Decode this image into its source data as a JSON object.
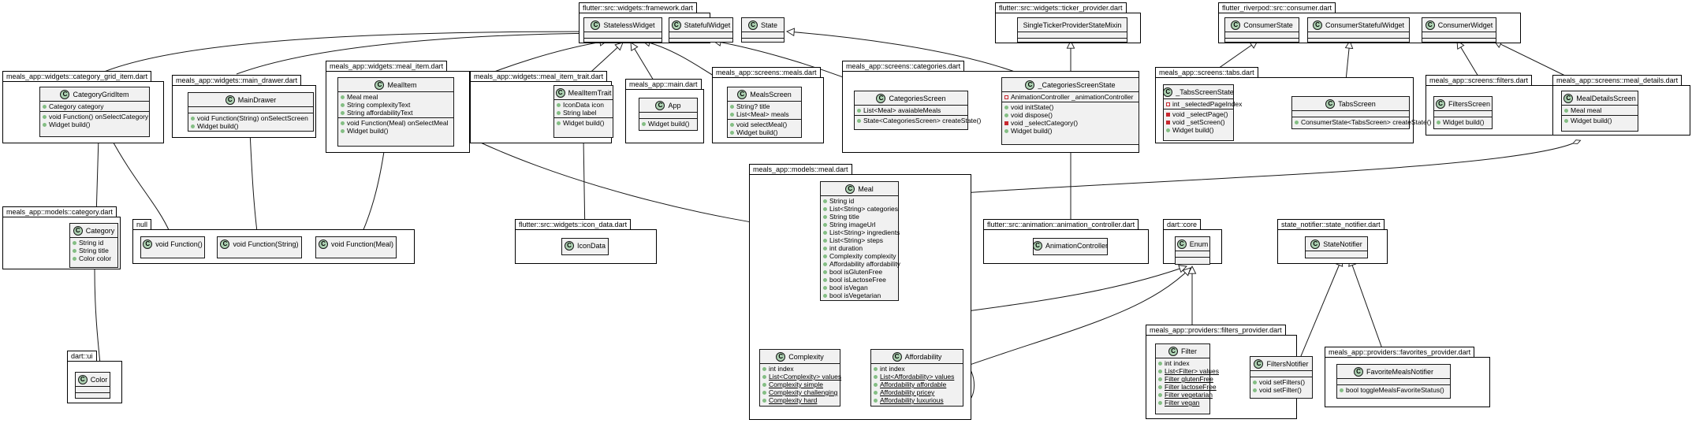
{
  "packages": {
    "framework": "flutter::src::widgets::framework.dart",
    "ticker": "flutter::src::widgets::ticker_provider.dart",
    "consumer": "flutter_riverpod::src::consumer.dart",
    "category_grid_item": "meals_app::widgets::category_grid_item.dart",
    "main_drawer": "meals_app::widgets::main_drawer.dart",
    "meal_item": "meals_app::widgets::meal_item.dart",
    "meal_item_trait": "meals_app::widgets::meal_item_trait.dart",
    "main": "meals_app::main.dart",
    "meals_screen": "meals_app::screens::meals.dart",
    "categories": "meals_app::screens::categories.dart",
    "tabs": "meals_app::screens::tabs.dart",
    "filters": "meals_app::screens::filters.dart",
    "meal_details": "meals_app::screens::meal_details.dart",
    "category_model": "meals_app::models::category.dart",
    "null_pkg": "null",
    "icon_data": "flutter::src::widgets::icon_data.dart",
    "meal_model": "meals_app::models::meal.dart",
    "animation_controller": "flutter::src::animation::animation_controller.dart",
    "dart_core": "dart::core",
    "state_notifier": "state_notifier::state_notifier.dart",
    "dart_ui": "dart::ui",
    "filters_provider": "meals_app::providers::filters_provider.dart",
    "favorites_provider": "meals_app::providers::favorites_provider.dart"
  },
  "classes": {
    "StatelessWidget": {
      "name": "StatelessWidget"
    },
    "StatefulWidget": {
      "name": "StatefulWidget"
    },
    "State": {
      "name": "State"
    },
    "SingleTickerProviderStateMixin": {
      "name": "SingleTickerProviderStateMixin"
    },
    "ConsumerState": {
      "name": "ConsumerState"
    },
    "ConsumerStatefulWidget": {
      "name": "ConsumerStatefulWidget"
    },
    "ConsumerWidget": {
      "name": "ConsumerWidget"
    },
    "CategoryGridItem": {
      "name": "CategoryGridItem",
      "fields": [
        "Category category"
      ],
      "methods": [
        "void Function() onSelectCategory",
        "Widget build()"
      ]
    },
    "MainDrawer": {
      "name": "MainDrawer",
      "methods": [
        "void Function(String) onSelectScreen",
        "Widget build()"
      ]
    },
    "MealItem": {
      "name": "MealItem",
      "fields": [
        "Meal meal",
        "String complexityText",
        "String affordabilityText"
      ],
      "methods": [
        "void Function(Meal) onSelectMeal",
        "Widget build()"
      ]
    },
    "MealItemTrait": {
      "name": "MealItemTrait",
      "fields": [
        "IconData icon",
        "String label"
      ],
      "methods": [
        "Widget build()"
      ]
    },
    "App": {
      "name": "App",
      "methods": [
        "Widget build()"
      ]
    },
    "MealsScreen": {
      "name": "MealsScreen",
      "fields": [
        "String? title",
        "List<Meal> meals"
      ],
      "methods": [
        "void selectMeal()",
        "Widget build()"
      ]
    },
    "CategoriesScreen": {
      "name": "CategoriesScreen",
      "fields": [
        "List<Meal> avaiableMeals"
      ],
      "methods": [
        "State<CategoriesScreen> createState()"
      ]
    },
    "CategoriesScreenState": {
      "name": "_CategoriesScreenState",
      "fields": [
        "AnimationController _animationController"
      ],
      "methods": [
        "void initState()",
        "void dispose()",
        "void _selectCategory()",
        "Widget build()"
      ]
    },
    "TabsScreenState": {
      "name": "_TabsScreenState",
      "fields": [
        "int _selectedPageIndex"
      ],
      "methods": [
        "void _selectPage()",
        "void _setScreen()",
        "Widget build()"
      ]
    },
    "TabsScreen": {
      "name": "TabsScreen",
      "methods": [
        "ConsumerState<TabsScreen> createState()"
      ]
    },
    "FiltersScreen": {
      "name": "FiltersScreen",
      "methods": [
        "Widget build()"
      ]
    },
    "MealDetailsScreen": {
      "name": "MealDetailsScreen",
      "fields": [
        "Meal meal"
      ],
      "methods": [
        "Widget build()"
      ]
    },
    "Category": {
      "name": "Category",
      "fields": [
        "String id",
        "String title",
        "Color color"
      ]
    },
    "VoidFunction": {
      "name": "void Function()"
    },
    "VoidFunctionString": {
      "name": "void Function(String)"
    },
    "VoidFunctionMeal": {
      "name": "void Function(Meal)"
    },
    "IconData": {
      "name": "IconData"
    },
    "Meal": {
      "name": "Meal",
      "fields": [
        "String id",
        "List<String> categories",
        "String title",
        "String imageUrl",
        "List<String> ingredients",
        "List<String> steps",
        "int duration",
        "Complexity complexity",
        "Affordability affordability",
        "bool isGlutenFree",
        "bool isLactoseFree",
        "bool isVegan",
        "bool isVegetarian"
      ]
    },
    "AnimationController": {
      "name": "AnimationController"
    },
    "Enum": {
      "name": "Enum"
    },
    "StateNotifier": {
      "name": "StateNotifier"
    },
    "Color": {
      "name": "Color"
    },
    "Complexity": {
      "name": "Complexity",
      "fields": [
        "int index",
        "List<Complexity> values",
        "Complexity simple",
        "Complexity challenging",
        "Complexity hard"
      ]
    },
    "Affordability": {
      "name": "Affordability",
      "fields": [
        "int index",
        "List<Affordability> values",
        "Affordability affordable",
        "Affordability pricey",
        "Affordability luxurious"
      ]
    },
    "Filter": {
      "name": "Filter",
      "fields": [
        "int index",
        "List<Filter> values",
        "Filter glutenFree",
        "Filter lactoseFree",
        "Filter vegetarian",
        "Filter vegan"
      ]
    },
    "FiltersNotifier": {
      "name": "FiltersNotifier",
      "methods": [
        "void setFilters()",
        "void setFilter()"
      ]
    },
    "FavoriteMealsNotifier": {
      "name": "FavoriteMealsNotifier",
      "methods": [
        "bool toggleMealsFavoriteStatus()"
      ]
    }
  },
  "class_icon_letter": "C",
  "colors": {
    "class_fill": "#f1f1f1",
    "class_icon": "#add1b2",
    "public_marker": "#84be84",
    "private_marker": "#c82930",
    "line": "#181818"
  }
}
